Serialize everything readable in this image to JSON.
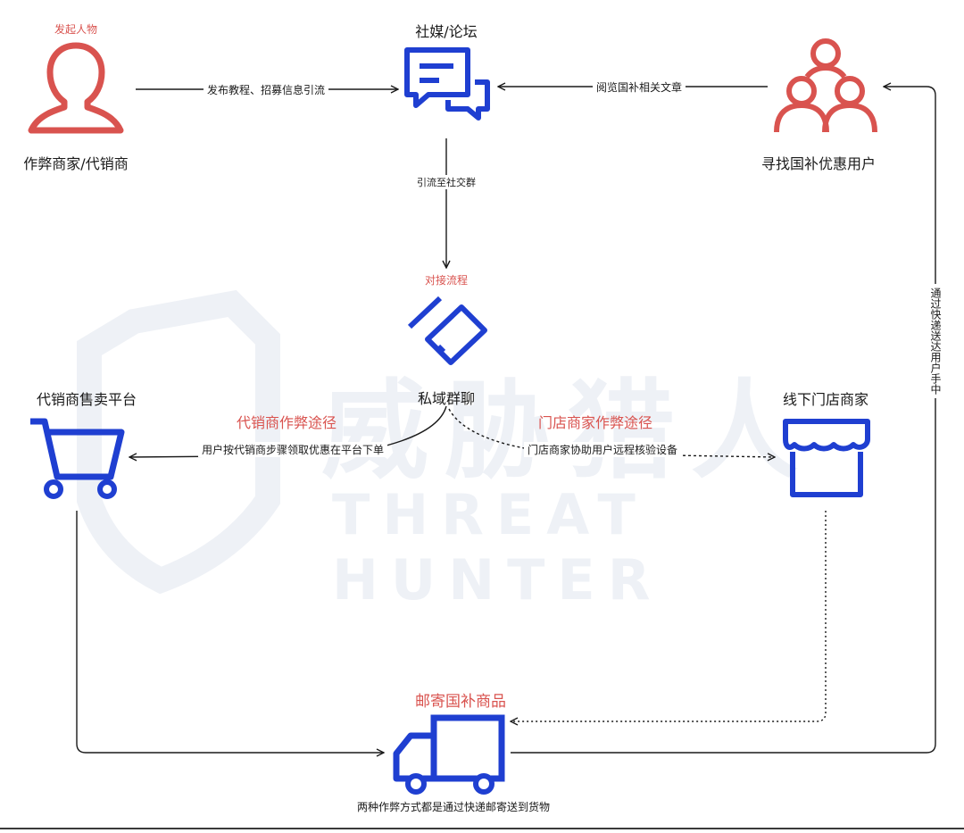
{
  "watermark": {
    "cn": "威胁猎人",
    "en": "THREAT HUNTER"
  },
  "nodes": {
    "initiator": {
      "tag": "发起人物",
      "label": "作弊商家/代销商",
      "icon": "person-icon"
    },
    "social": {
      "label": "社媒/论坛",
      "icon": "chat-bubbles-icon"
    },
    "users": {
      "label": "寻找国补优惠用户",
      "icon": "group-icon"
    },
    "private_group": {
      "tag": "对接流程",
      "label": "私域群聊",
      "icon": "card-tag-icon"
    },
    "reseller_platform": {
      "label": "代销商售卖平台",
      "icon": "shopping-cart-icon"
    },
    "offline_store": {
      "label": "线下门店商家",
      "icon": "storefront-icon"
    },
    "shipping": {
      "tag": "邮寄国补商品",
      "label": "两种作弊方式都是通过快递邮寄送到货物",
      "icon": "truck-icon"
    }
  },
  "edges": {
    "post_tutorial": "发布教程、招募信息引流",
    "browse_articles": "阅览国补相关文章",
    "to_group": "引流至社交群",
    "reseller_path_title": "代销商作弊途径",
    "reseller_path_desc": "用户按代销商步骤领取优惠在平台下单",
    "store_path_title": "门店商家作弊途径",
    "store_path_desc": "门店商家协助用户远程核验设备",
    "deliver": "通过快递送达用户手中"
  },
  "colors": {
    "accent_blue": "#1f3fd1",
    "accent_red": "#d9534f",
    "line": "#1a1a1a"
  }
}
